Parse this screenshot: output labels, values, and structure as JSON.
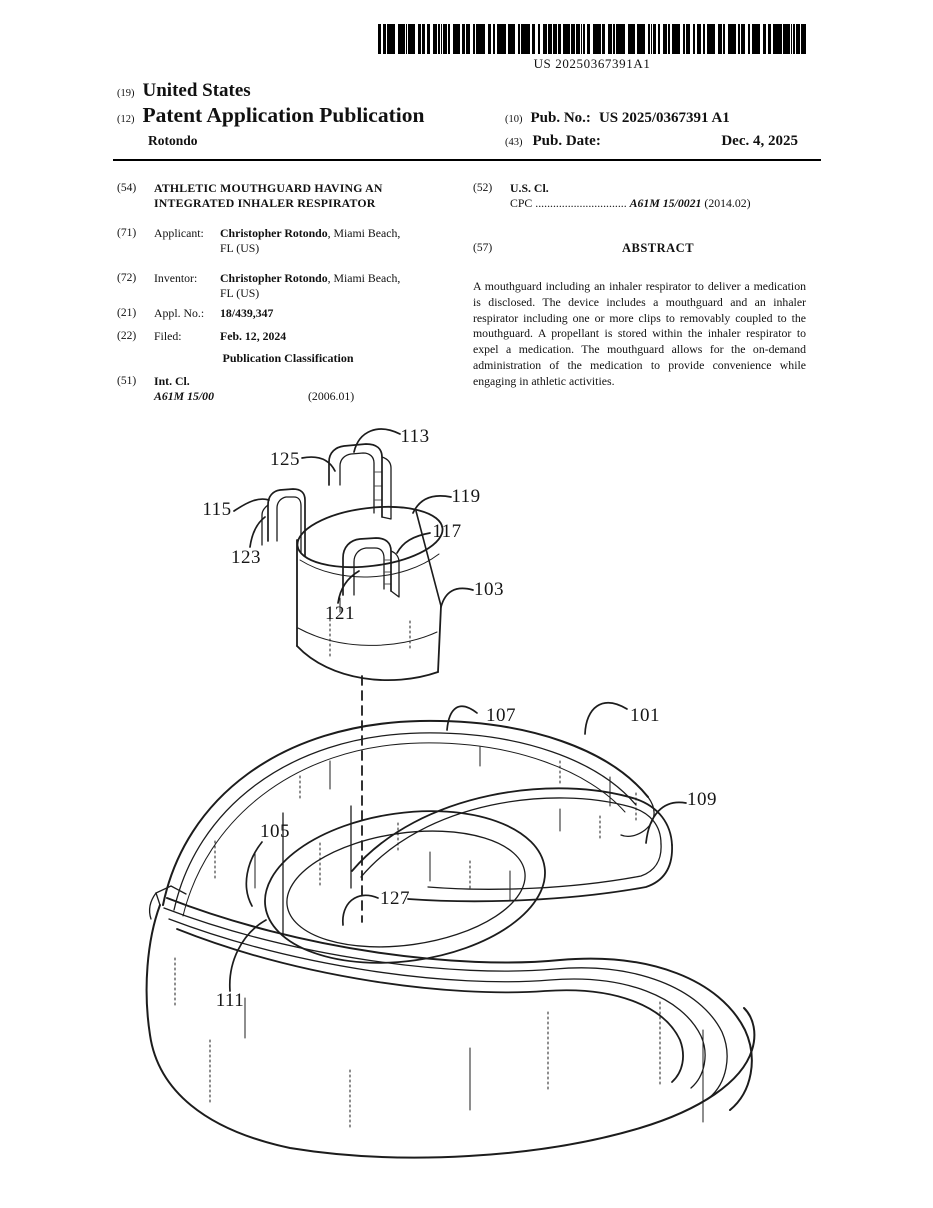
{
  "barcode": {
    "text": "US 20250367391A1"
  },
  "header": {
    "country_prefix": "(19)",
    "country": "United States",
    "kind_prefix": "(12)",
    "kind": "Patent Application Publication",
    "author": "Rotondo",
    "pub_no_prefix": "(10)",
    "pub_no_label": "Pub. No.:",
    "pub_no_value": "US 2025/0367391 A1",
    "pub_date_prefix": "(43)",
    "pub_date_label": "Pub. Date:",
    "pub_date_value": "Dec. 4, 2025"
  },
  "biblio": {
    "title": {
      "code": "(54)",
      "line1": "ATHLETIC MOUTHGUARD HAVING AN",
      "line2": "INTEGRATED INHALER RESPIRATOR"
    },
    "applicant": {
      "code": "(71)",
      "label": "Applicant:",
      "name": "Christopher Rotondo",
      "suffix": ", Miami Beach,",
      "line2": "FL (US)"
    },
    "inventor": {
      "code": "(72)",
      "label": "Inventor:",
      "name": "Christopher Rotondo",
      "suffix": ", Miami Beach,",
      "line2": "FL (US)"
    },
    "appl_no": {
      "code": "(21)",
      "label": "Appl. No.:",
      "value": "18/439,347"
    },
    "filed": {
      "code": "(22)",
      "label": "Filed:",
      "value": "Feb. 12, 2024"
    },
    "pub_class_heading": "Publication Classification",
    "int_cl": {
      "code": "(51)",
      "label": "Int. Cl.",
      "class_code": "A61M 15/00",
      "version": "(2006.01)"
    },
    "us_cl": {
      "code": "(52)",
      "label": "U.S. Cl.",
      "cpc_label": "CPC",
      "dots": "...............................",
      "class_code": "A61M 15/0021",
      "version": "(2014.02)"
    },
    "abstract": {
      "code": "(57)",
      "heading": "ABSTRACT",
      "text": "A mouthguard including an inhaler respirator to deliver a medication is disclosed. The device includes a mouthguard and an inhaler respirator including one or more clips to removably coupled to the mouthguard. A propellant is stored within the inhaler respirator to expel a medication. The mouthguard allows for the on-demand administration of the medication to provide convenience while engaging in athletic activities."
    }
  },
  "figure": {
    "labels": [
      {
        "text": "113"
      },
      {
        "text": "125"
      },
      {
        "text": "115"
      },
      {
        "text": "119"
      },
      {
        "text": "117"
      },
      {
        "text": "123"
      },
      {
        "text": "103"
      },
      {
        "text": "121"
      },
      {
        "text": "107"
      },
      {
        "text": "101"
      },
      {
        "text": "109"
      },
      {
        "text": "105"
      },
      {
        "text": "127"
      },
      {
        "text": "111"
      }
    ]
  }
}
